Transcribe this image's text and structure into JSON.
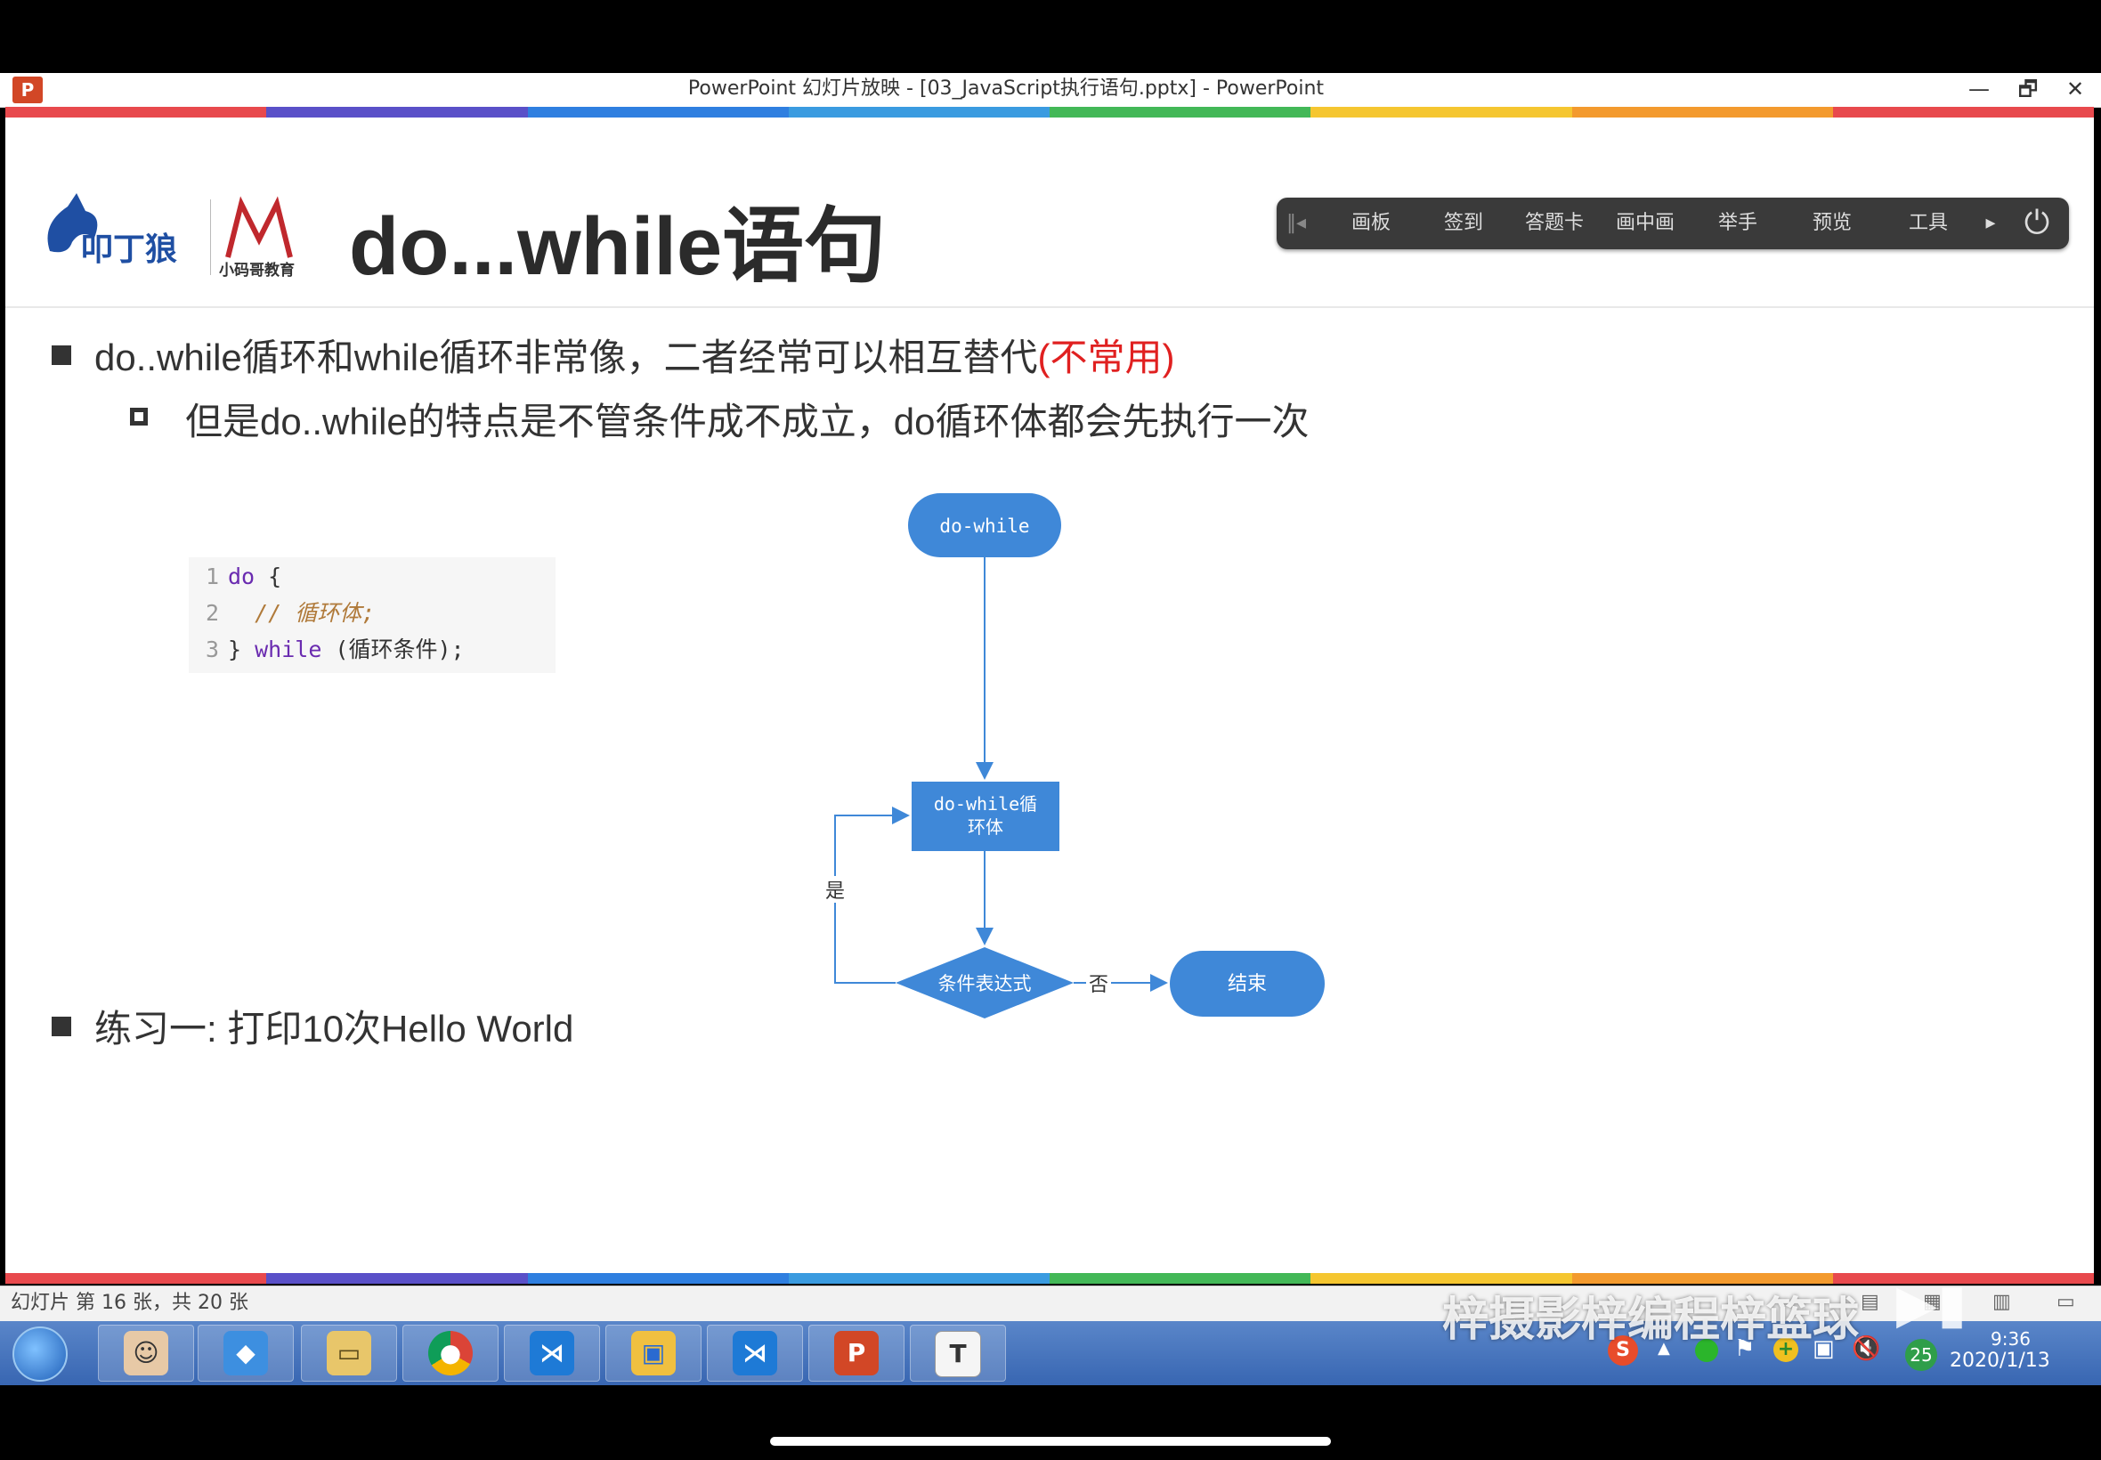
{
  "window": {
    "app_icon": "P",
    "title": "PowerPoint 幻灯片放映 - [03_JavaScript执行语句.pptx] - PowerPoint",
    "minimize": "—",
    "restore": "🗗",
    "close": "✕"
  },
  "colors": {
    "rainbow": [
      "#e8494d",
      "#5a50c8",
      "#2f7fe0",
      "#3a9be0",
      "#43b857",
      "#f5c630",
      "#f39a2e",
      "#e8494d"
    ],
    "flow_blue": "#3f88d8",
    "accent_red": "#e02020"
  },
  "slide": {
    "logo_left_text": "叩丁狼",
    "logo_right_text": "小码哥教育",
    "title": "do...while语句",
    "toolbar": [
      "画板",
      "签到",
      "答题卡",
      "画中画",
      "举手",
      "预览",
      "工具"
    ],
    "bullet1_main": "do..while循环和while循环非常像，二者经常可以相互替代",
    "bullet1_red": "(不常用)",
    "bullet1_sub": "但是do..while的特点是不管条件成不成立，do循环体都会先执行一次",
    "code": {
      "line_numbers": [
        "1",
        "2",
        "3"
      ],
      "line1_kw": "do",
      "line1_rest": " {",
      "line2_comment": "  // 循环体;",
      "line3_pre": "} ",
      "line3_kw": "while",
      "line3_rest": " (循环条件);"
    },
    "flowchart": {
      "start": "do-while",
      "body_line1": "do-while循",
      "body_line2": "环体",
      "condition": "条件表达式",
      "yes_label": "是",
      "no_label": "否",
      "end": "结束"
    },
    "bullet2": "练习一: 打印10次Hello World"
  },
  "status": {
    "slide_counter": "幻灯片 第 16 张，共 20 张"
  },
  "taskbar": {
    "apps": [
      "start-orb",
      "user-avatar",
      "app-blue-diamond",
      "file-explorer",
      "chrome",
      "vscode",
      "paint-app",
      "vscode-2",
      "powerpoint",
      "typora"
    ],
    "tray_badge": "25",
    "time": "9:36",
    "date": "2020/1/13"
  },
  "watermark": "梓摄影梓编程梓篮球"
}
